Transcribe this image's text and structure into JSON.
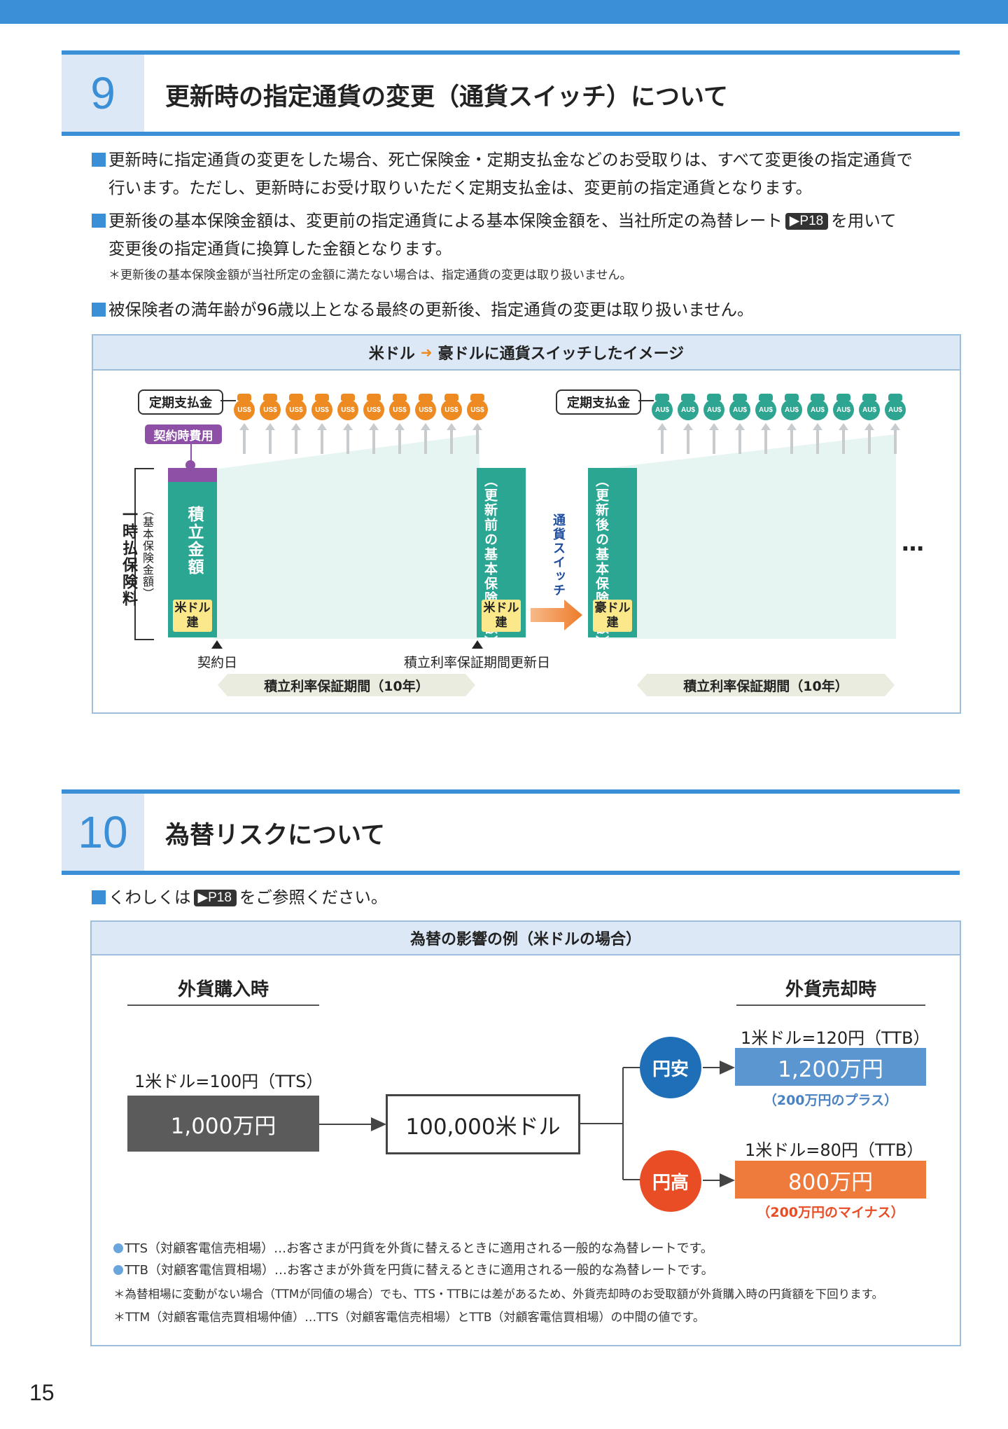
{
  "section9": {
    "number": "9",
    "title": "更新時の指定通貨の変更（通貨スイッチ）について",
    "para1_line1": "更新時に指定通貨の変更をした場合、死亡保険金・定期支払金などのお受取りは、すべて変更後の指定通貨で",
    "para1_line2": "行います。ただし、更新時にお受け取りいただく定期支払金は、変更前の指定通貨となります。",
    "para2_line1_a": "更新後の基本保険金額は、変更前の指定通貨による基本保険金額を、当社所定の為替レート",
    "para2_ref": "P18",
    "para2_line1_b": "を用いて",
    "para2_line2": "変更後の指定通貨に換算した金額となります。",
    "para2_note": "＊更新後の基本保険金額が当社所定の金額に満たない場合は、指定通貨の変更は取り扱いません。",
    "para3": "被保険者の満年齢が96歳以上となる最終の更新後、指定通貨の変更は取り扱いません。",
    "diagram": {
      "title_a": "米ドル",
      "title_b": "豪ドルに通貨スイッチしたイメージ",
      "periodic_label_left": "定期支払金",
      "periodic_label_right": "定期支払金",
      "coin_us": "US$",
      "coin_au": "AU$",
      "contract_cost": "契約時費用",
      "premium_label": "一時払保険料",
      "premium_sub": "（基本保険金額）",
      "bar1_text": "積立金額",
      "bar1_tag": "米ドル建",
      "bar2_text": "（更新前の基本保険金額）",
      "bar2_tag": "米ドル建",
      "switch_label": "通貨スイッチ",
      "bar3_text": "（更新後の基本保険金額）",
      "bar3_tag": "豪ドル建",
      "ellipsis": "…",
      "contract_day": "契約日",
      "renewal_day": "積立利率保証期間更新日",
      "period1": "積立利率保証期間（10年）",
      "period2": "積立利率保証期間（10年）",
      "colors": {
        "teal": "#2aa693",
        "orange": "#ee8a22",
        "light_teal": "#e6f4f2"
      }
    }
  },
  "section10": {
    "number": "10",
    "title": "為替リスクについて",
    "intro_a": "くわしくは",
    "intro_ref": "P18",
    "intro_b": "をご参照ください。",
    "box_title": "為替の影響の例（米ドルの場合）",
    "purchase_heading": "外貨購入時",
    "sale_heading": "外貨売却時",
    "purchase_rate": "1米ドル=100円（TTS）",
    "purchase_amount": "1,000万円",
    "foreign_amount": "100,000米ドル",
    "weak_yen": "円安",
    "strong_yen": "円高",
    "weak_rate": "1米ドル=120円（TTB）",
    "weak_amount": "1,200万円",
    "weak_note": "（200万円のプラス）",
    "strong_rate": "1米ドル=80円（TTB）",
    "strong_amount": "800万円",
    "strong_note": "（200万円のマイナス）",
    "note1": "TTS（対顧客電信売相場）…お客さまが円貨を外貨に替えるときに適用される一般的な為替レートです。",
    "note2": "TTB（対顧客電信買相場）…お客さまが外貨を円貨に替えるときに適用される一般的な為替レートです。",
    "note3": "＊為替相場に変動がない場合（TTMが同値の場合）でも、TTS・TTBには差があるため、外貨売却時のお受取額が外貨購入時の円貨額を下回ります。",
    "note4": "＊TTM（対顧客電信売買相場仲値）…TTS（対顧客電信売相場）とTTB（対顧客電信買相場）の中間の値です。",
    "colors": {
      "blue": "#1f6fb8",
      "red": "#e84d25",
      "gray": "#5b5b5b",
      "light_blue": "#5b96d1",
      "orange": "#ee7b3c"
    }
  },
  "page_number": "15"
}
